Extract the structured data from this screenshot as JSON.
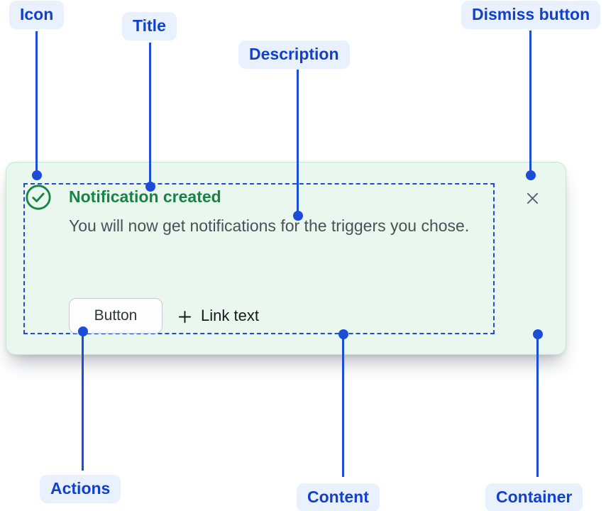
{
  "annotations": {
    "icon": "Icon",
    "title": "Title",
    "description": "Description",
    "dismiss_button": "Dismiss button",
    "actions": "Actions",
    "content": "Content",
    "container": "Container"
  },
  "flag": {
    "title": "Notification created",
    "description": "You will now get notifications for the triggers you chose.",
    "icon_name": "success-check-icon",
    "dismiss_icon_name": "close-icon",
    "actions": {
      "button_label": "Button",
      "link_icon_name": "plus-icon",
      "link_label": "Link text"
    }
  },
  "colors": {
    "annotation_text": "#1141CC",
    "annotation_bg": "#E9F1FE",
    "connector": "#1B4DD8",
    "success": "#178344",
    "flag_bg": "#EAF7EF",
    "flag_border": "#C5E8D2",
    "description_text": "#4A5058",
    "dismiss_gray": "#5A6470"
  }
}
